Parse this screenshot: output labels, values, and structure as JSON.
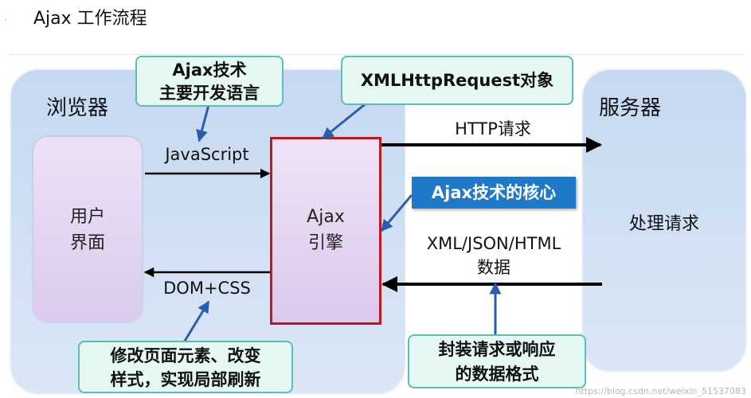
{
  "page_title": "Ajax 工作流程",
  "browser": {
    "title": "浏览器"
  },
  "server": {
    "title": "服务器",
    "process": "处理请求"
  },
  "user_interface": {
    "line1": "用户",
    "line2": "界面"
  },
  "engine": {
    "line1": "Ajax",
    "line2": "引擎"
  },
  "callouts": {
    "ajax_lang": {
      "line1": "Ajax技术",
      "line2": "主要开发语言"
    },
    "xhr": "XMLHttpRequest对象",
    "core": "Ajax技术的核心",
    "modify": {
      "line1": "修改页面元素、改变",
      "line2": "样式，实现局部刷新"
    },
    "wrap": {
      "line1": "封装请求或响应",
      "line2": "的数据格式"
    }
  },
  "arrows": {
    "javascript": "JavaScript",
    "dom_css": "DOM+CSS",
    "http_request": "HTTP请求",
    "data_format": {
      "line1": "XML/JSON/HTML",
      "line2": "数据"
    }
  },
  "watermark": "https://blog.csdn.net/weixin_51537083",
  "colors": {
    "panel": "#c6d9f1",
    "engine_border": "#c0181e",
    "core_bg": "#1f78c8",
    "callout_border": "#5bbfb0",
    "pointer": "#2a5db0"
  }
}
